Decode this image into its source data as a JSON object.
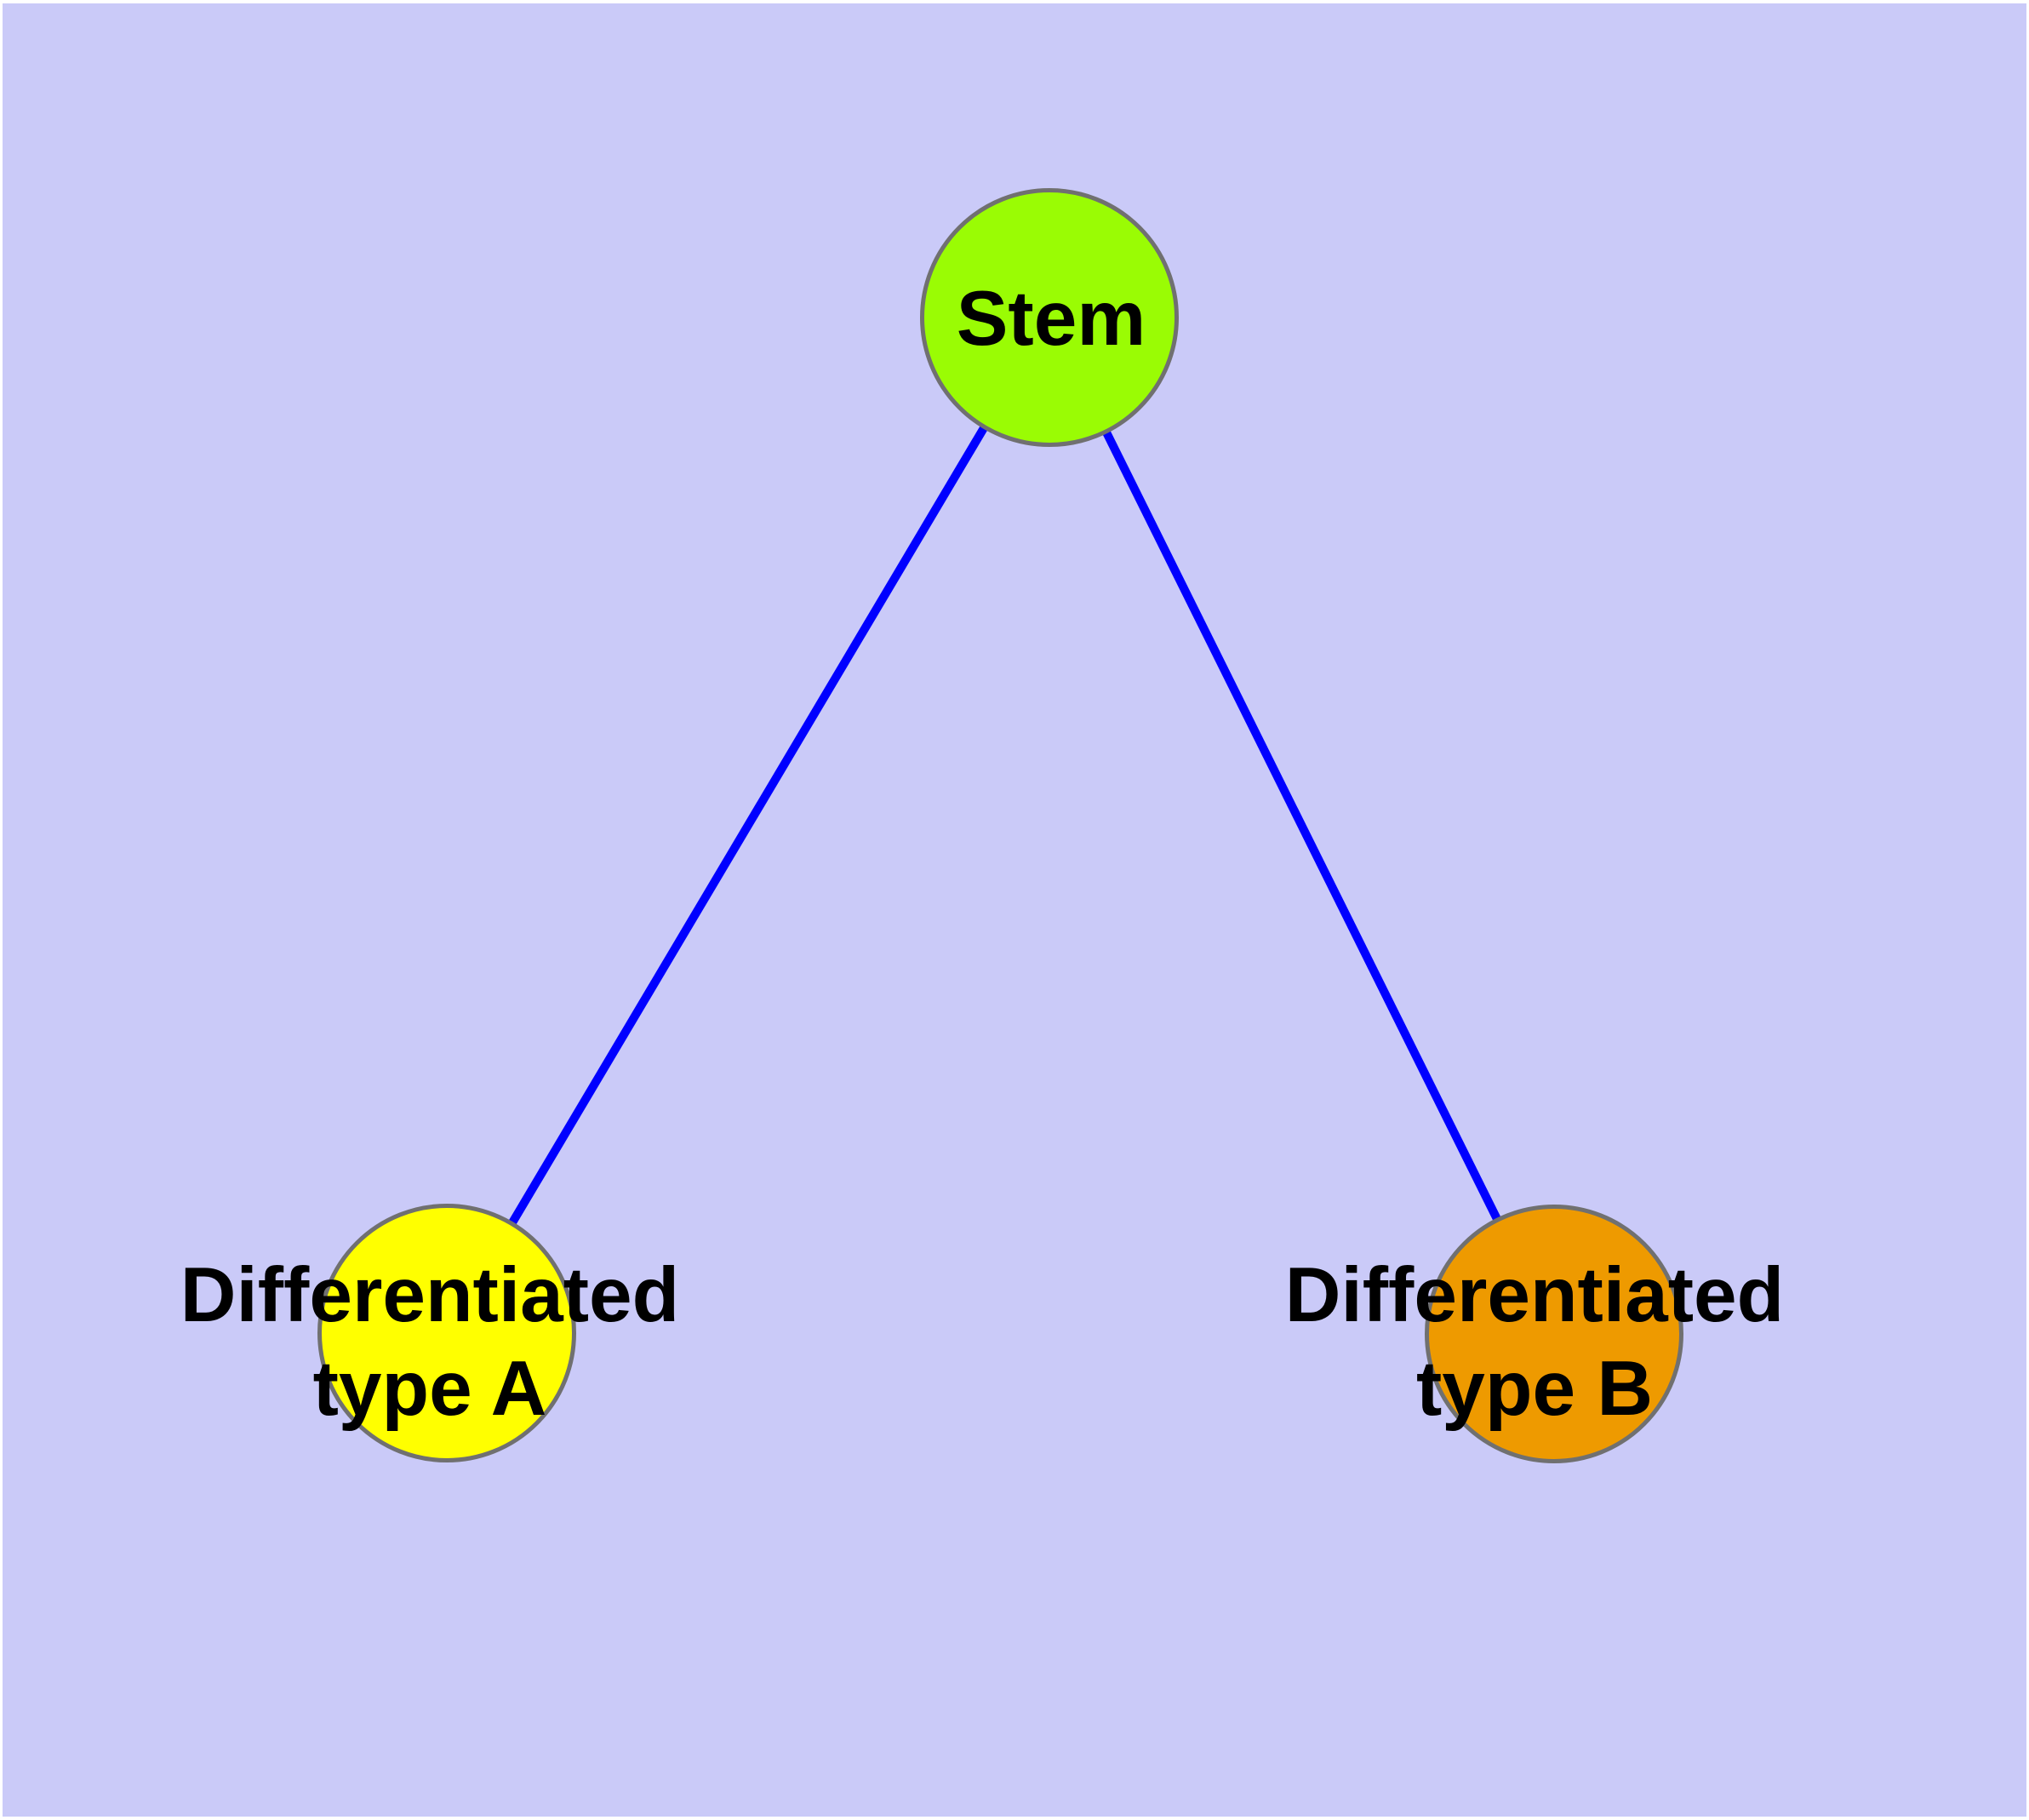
{
  "canvas": {
    "background_color": "#CACAF8",
    "frame_color": "#FFFFFF"
  },
  "edge_style": {
    "color": "#0000FF"
  },
  "node_border_color": "#707070",
  "label_color": "#000000",
  "nodes": {
    "stem": {
      "label": "Stem",
      "color": "#9AFC04"
    },
    "type_a": {
      "label": "Differentiated\ntype A",
      "color": "#FFFF00"
    },
    "type_b": {
      "label": "Differentiated\ntype B",
      "color": "#EE9A00"
    }
  },
  "edges": [
    {
      "from": "Stem",
      "to": "Differentiated type A"
    },
    {
      "from": "Stem",
      "to": "Differentiated type B"
    }
  ]
}
